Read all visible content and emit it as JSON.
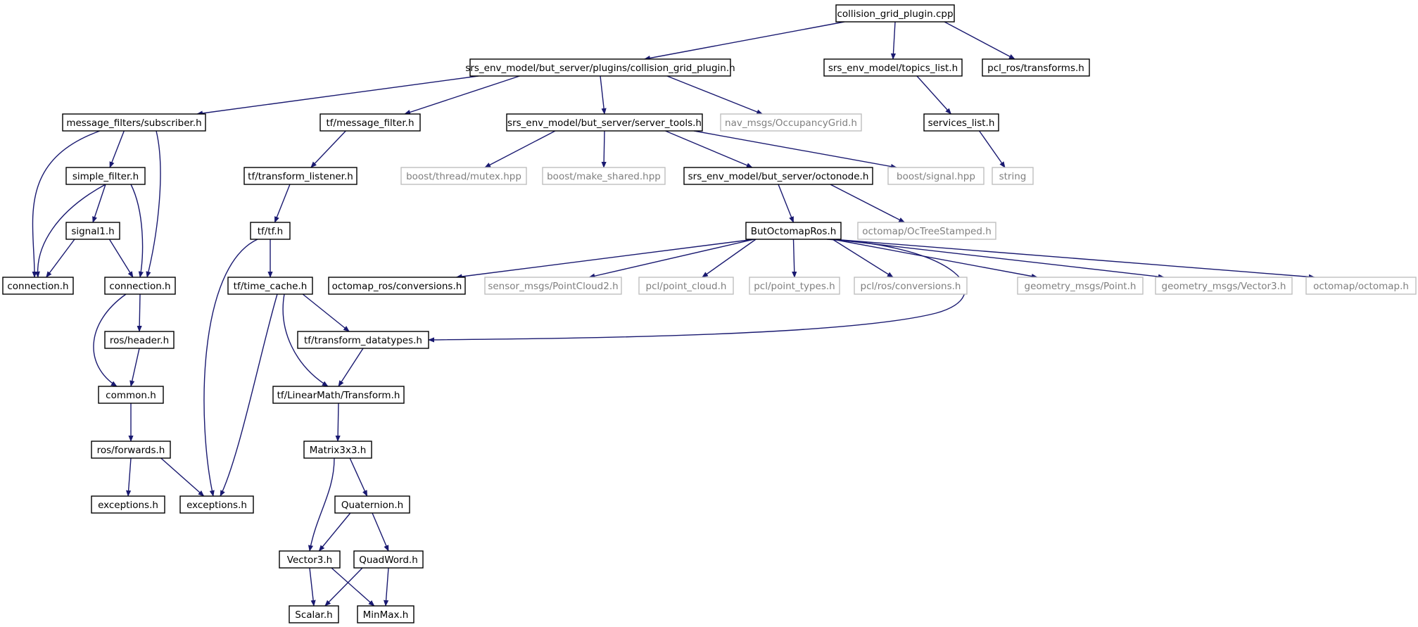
{
  "colors": {
    "edge": "#191970",
    "node_border": "#000000",
    "external_border": "#bfbfbf",
    "root_fill": "#bfbfbf",
    "text": "#000000",
    "external_text": "#7f7f7f"
  },
  "nodes": [
    {
      "id": "root",
      "label": "collision_grid_plugin.cpp",
      "kind": "root"
    },
    {
      "id": "plugin_h",
      "label": "srs_env_model/but_server/plugins/collision_grid_plugin.h",
      "kind": "local"
    },
    {
      "id": "topics_list",
      "label": "srs_env_model/topics_list.h",
      "kind": "local"
    },
    {
      "id": "pcl_transforms",
      "label": "pcl_ros/transforms.h",
      "kind": "local"
    },
    {
      "id": "mf_subscriber",
      "label": "message_filters/subscriber.h",
      "kind": "local"
    },
    {
      "id": "tf_message_filter",
      "label": "tf/message_filter.h",
      "kind": "local"
    },
    {
      "id": "server_tools",
      "label": "srs_env_model/but_server/server_tools.h",
      "kind": "local"
    },
    {
      "id": "nav_msgs",
      "label": "nav_msgs/OccupancyGrid.h",
      "kind": "external"
    },
    {
      "id": "services_list",
      "label": "services_list.h",
      "kind": "local"
    },
    {
      "id": "simple_filter",
      "label": "simple_filter.h",
      "kind": "local"
    },
    {
      "id": "transform_listener",
      "label": "tf/transform_listener.h",
      "kind": "local"
    },
    {
      "id": "boost_mutex",
      "label": "boost/thread/mutex.hpp",
      "kind": "external"
    },
    {
      "id": "boost_make_shared",
      "label": "boost/make_shared.hpp",
      "kind": "external"
    },
    {
      "id": "octonode",
      "label": "srs_env_model/but_server/octonode.h",
      "kind": "local"
    },
    {
      "id": "boost_signal",
      "label": "boost/signal.hpp",
      "kind": "external"
    },
    {
      "id": "string",
      "label": "string",
      "kind": "external"
    },
    {
      "id": "signal1",
      "label": "signal1.h",
      "kind": "local"
    },
    {
      "id": "tf_tf",
      "label": "tf/tf.h",
      "kind": "local"
    },
    {
      "id": "butoctomapros",
      "label": "ButOctomapRos.h",
      "kind": "local"
    },
    {
      "id": "octree_stamped",
      "label": "octomap/OcTreeStamped.h",
      "kind": "external"
    },
    {
      "id": "connection_a",
      "label": "connection.h",
      "kind": "local"
    },
    {
      "id": "connection_b",
      "label": "connection.h",
      "kind": "local"
    },
    {
      "id": "time_cache",
      "label": "tf/time_cache.h",
      "kind": "local"
    },
    {
      "id": "octomap_ros_conv",
      "label": "octomap_ros/conversions.h",
      "kind": "local"
    },
    {
      "id": "pointcloud2",
      "label": "sensor_msgs/PointCloud2.h",
      "kind": "external"
    },
    {
      "id": "pcl_point_cloud",
      "label": "pcl/point_cloud.h",
      "kind": "external"
    },
    {
      "id": "pcl_point_types",
      "label": "pcl/point_types.h",
      "kind": "external"
    },
    {
      "id": "pcl_ros_conv",
      "label": "pcl/ros/conversions.h",
      "kind": "external"
    },
    {
      "id": "geom_point",
      "label": "geometry_msgs/Point.h",
      "kind": "external"
    },
    {
      "id": "geom_vector3",
      "label": "geometry_msgs/Vector3.h",
      "kind": "external"
    },
    {
      "id": "octomap_octomap",
      "label": "octomap/octomap.h",
      "kind": "external"
    },
    {
      "id": "ros_header",
      "label": "ros/header.h",
      "kind": "local"
    },
    {
      "id": "transform_datatypes",
      "label": "tf/transform_datatypes.h",
      "kind": "local"
    },
    {
      "id": "common",
      "label": "common.h",
      "kind": "local"
    },
    {
      "id": "linearmath_transform",
      "label": "tf/LinearMath/Transform.h",
      "kind": "local"
    },
    {
      "id": "ros_forwards",
      "label": "ros/forwards.h",
      "kind": "local"
    },
    {
      "id": "matrix3x3",
      "label": "Matrix3x3.h",
      "kind": "local"
    },
    {
      "id": "exceptions_a",
      "label": "exceptions.h",
      "kind": "local"
    },
    {
      "id": "exceptions_b",
      "label": "exceptions.h",
      "kind": "local"
    },
    {
      "id": "quaternion",
      "label": "Quaternion.h",
      "kind": "local"
    },
    {
      "id": "vector3",
      "label": "Vector3.h",
      "kind": "local"
    },
    {
      "id": "quadword",
      "label": "QuadWord.h",
      "kind": "local"
    },
    {
      "id": "scalar",
      "label": "Scalar.h",
      "kind": "local"
    },
    {
      "id": "minmax",
      "label": "MinMax.h",
      "kind": "local"
    }
  ],
  "edges": [
    [
      "root",
      "plugin_h"
    ],
    [
      "root",
      "topics_list"
    ],
    [
      "root",
      "pcl_transforms"
    ],
    [
      "plugin_h",
      "mf_subscriber"
    ],
    [
      "plugin_h",
      "tf_message_filter"
    ],
    [
      "plugin_h",
      "server_tools"
    ],
    [
      "plugin_h",
      "nav_msgs"
    ],
    [
      "topics_list",
      "services_list"
    ],
    [
      "services_list",
      "string"
    ],
    [
      "mf_subscriber",
      "simple_filter"
    ],
    [
      "mf_subscriber",
      "connection_a"
    ],
    [
      "mf_subscriber",
      "connection_b"
    ],
    [
      "simple_filter",
      "signal1"
    ],
    [
      "simple_filter",
      "connection_a"
    ],
    [
      "simple_filter",
      "connection_b"
    ],
    [
      "signal1",
      "connection_a"
    ],
    [
      "signal1",
      "connection_b"
    ],
    [
      "connection_b",
      "ros_header"
    ],
    [
      "connection_b",
      "common"
    ],
    [
      "ros_header",
      "common"
    ],
    [
      "common",
      "ros_forwards"
    ],
    [
      "ros_forwards",
      "exceptions_a"
    ],
    [
      "ros_forwards",
      "exceptions_b"
    ],
    [
      "tf_message_filter",
      "transform_listener"
    ],
    [
      "transform_listener",
      "tf_tf"
    ],
    [
      "tf_tf",
      "time_cache"
    ],
    [
      "tf_tf",
      "exceptions_b"
    ],
    [
      "time_cache",
      "transform_datatypes"
    ],
    [
      "time_cache",
      "linearmath_transform"
    ],
    [
      "time_cache",
      "exceptions_b"
    ],
    [
      "transform_datatypes",
      "linearmath_transform"
    ],
    [
      "linearmath_transform",
      "matrix3x3"
    ],
    [
      "matrix3x3",
      "quaternion"
    ],
    [
      "matrix3x3",
      "vector3"
    ],
    [
      "quaternion",
      "vector3"
    ],
    [
      "quaternion",
      "quadword"
    ],
    [
      "vector3",
      "scalar"
    ],
    [
      "vector3",
      "minmax"
    ],
    [
      "quadword",
      "scalar"
    ],
    [
      "quadword",
      "minmax"
    ],
    [
      "server_tools",
      "boost_mutex"
    ],
    [
      "server_tools",
      "boost_make_shared"
    ],
    [
      "server_tools",
      "octonode"
    ],
    [
      "server_tools",
      "boost_signal"
    ],
    [
      "octonode",
      "butoctomapros"
    ],
    [
      "octonode",
      "octree_stamped"
    ],
    [
      "butoctomapros",
      "octomap_ros_conv"
    ],
    [
      "butoctomapros",
      "pointcloud2"
    ],
    [
      "butoctomapros",
      "pcl_point_cloud"
    ],
    [
      "butoctomapros",
      "pcl_point_types"
    ],
    [
      "butoctomapros",
      "pcl_ros_conv"
    ],
    [
      "butoctomapros",
      "transform_datatypes"
    ],
    [
      "butoctomapros",
      "geom_point"
    ],
    [
      "butoctomapros",
      "geom_vector3"
    ],
    [
      "butoctomapros",
      "octomap_octomap"
    ]
  ]
}
